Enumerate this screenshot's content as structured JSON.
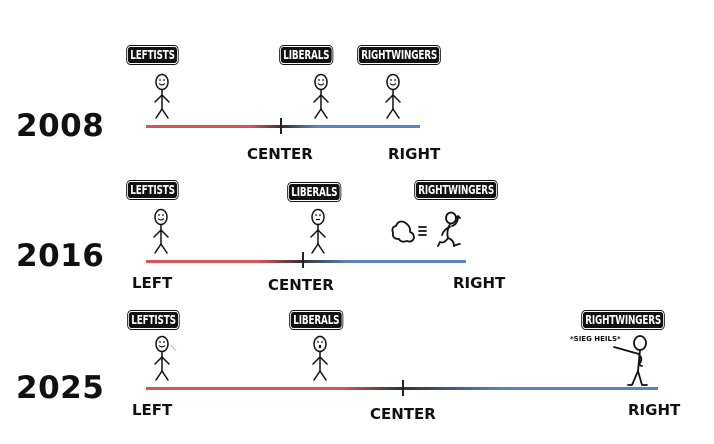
{
  "panels": [
    {
      "year": "2008",
      "labels": {
        "center": "CENTER",
        "right": "RIGHT"
      },
      "groups": [
        {
          "name": "LEFTISTS",
          "pose": "standing-smile"
        },
        {
          "name": "LIBERALS",
          "pose": "standing-smile"
        },
        {
          "name": "RIGHTWINGERS",
          "pose": "standing-smile"
        }
      ]
    },
    {
      "year": "2016",
      "labels": {
        "left": "LEFT",
        "center": "CENTER",
        "right": "RIGHT"
      },
      "groups": [
        {
          "name": "LEFTISTS",
          "pose": "standing-smile"
        },
        {
          "name": "LIBERALS",
          "pose": "standing-neutral"
        },
        {
          "name": "RIGHTWINGERS",
          "pose": "running-away"
        }
      ]
    },
    {
      "year": "2025",
      "labels": {
        "left": "LEFT",
        "center": "CENTER",
        "right": "RIGHT"
      },
      "groups": [
        {
          "name": "LEFTISTS",
          "pose": "standing-smile"
        },
        {
          "name": "LIBERALS",
          "pose": "standing-shocked"
        },
        {
          "name": "RIGHTWINGERS",
          "pose": "saluting",
          "speech": "*SIEG HEILS*"
        }
      ]
    }
  ],
  "colors": {
    "left": "#d9545a",
    "center": "#333333",
    "right": "#5b84bf"
  }
}
